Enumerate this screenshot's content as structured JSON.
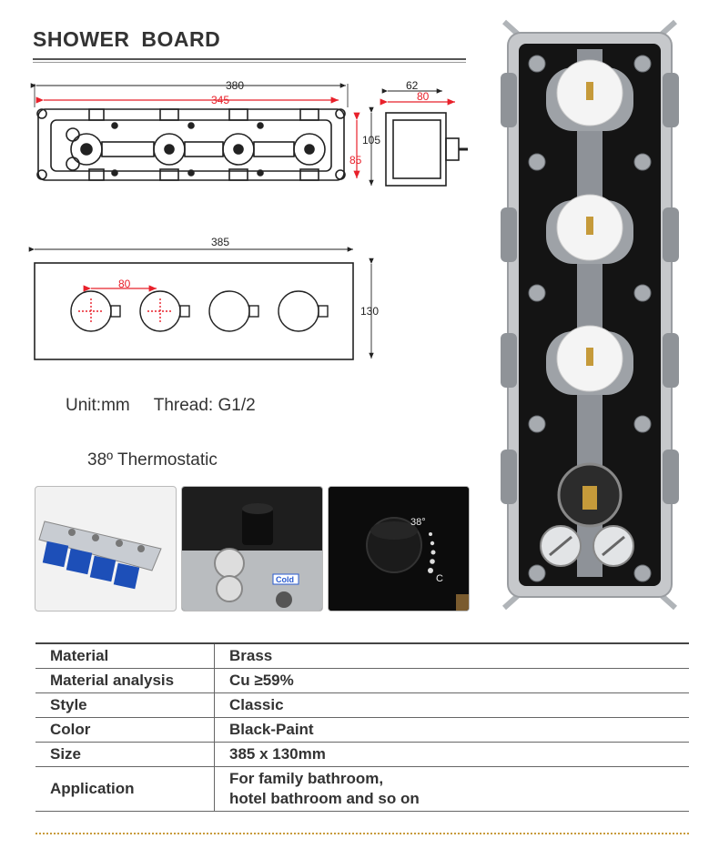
{
  "header": {
    "title": "SHOWER  BOARD"
  },
  "top_drawing": {
    "dim_overall": "380",
    "dim_inner": "345",
    "dim_height": "105",
    "dim_height_inner": "85",
    "dim_depth": "62",
    "dim_depth_outlet": "80"
  },
  "plate_drawing": {
    "dim_width": "385",
    "dim_spacing": "80",
    "dim_height": "130"
  },
  "notes": {
    "unit": "Unit:mm",
    "thread": "Thread: G1/2"
  },
  "feature": {
    "label": "38º Thermostatic"
  },
  "photos": {
    "photo2_label": "Cold",
    "photo3_temp": "38°",
    "photo3_unit": "C"
  },
  "colors": {
    "accent_red": "#e8202a",
    "divider_gold": "#c89b3c",
    "body_black": "#141414",
    "handle_blue": "#1d4fb8"
  },
  "specs": [
    {
      "key": "Material",
      "value": "Brass"
    },
    {
      "key": "Material analysis",
      "value": "Cu ≥59%"
    },
    {
      "key": "Style",
      "value": "Classic"
    },
    {
      "key": "Color",
      "value": "Black-Paint"
    },
    {
      "key": "Size",
      "value": "385 x 130mm"
    },
    {
      "key": "Application",
      "value_line1": "For family bathroom,",
      "value_line2": "hotel bathroom and so on"
    }
  ]
}
